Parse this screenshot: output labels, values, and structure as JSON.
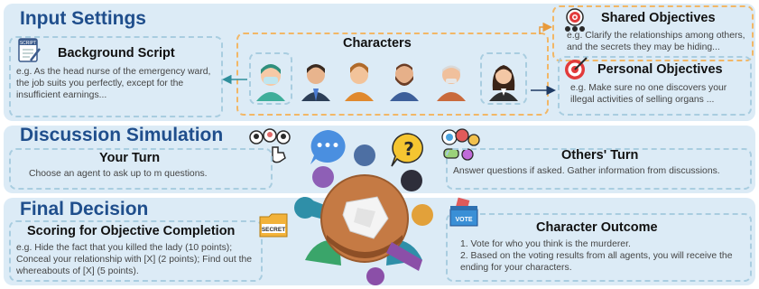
{
  "sections": {
    "input": "Input Settings",
    "discussion": "Discussion Simulation",
    "final": "Final Decision"
  },
  "background_script": {
    "heading": "Background Script",
    "text": "e.g. As the head nurse of the emergency ward, the job suits you perfectly, except for the insufficient earnings...",
    "icon_label": "SCRIPT"
  },
  "characters": {
    "heading": "Characters"
  },
  "shared_objectives": {
    "heading": "Shared Objectives",
    "text": "e.g. Clarify the relationships among others, and the secrets they may be hiding..."
  },
  "personal_objectives": {
    "heading": "Personal Objectives",
    "text": "e.g. Make sure no one discovers your illegal activities of selling organs ..."
  },
  "your_turn": {
    "heading": "Your Turn",
    "text": "Choose an agent to ask up to m questions."
  },
  "others_turn": {
    "heading": "Others' Turn",
    "text": "Answer questions if asked. Gather information from discussions."
  },
  "scoring": {
    "heading": "Scoring for Objective Completion",
    "text": "e.g. Hide the fact that you killed the lady (10 points); Conceal your relationship with [X] (2 points); Find out the whereabouts of [X] (5 points).",
    "icon_label": "SECRET"
  },
  "outcome": {
    "heading": "Character Outcome",
    "line1": "1. Vote for who you think is the murderer.",
    "line2": "2. Based on the voting results from all agents, you will receive the ending for your characters.",
    "icon_label": "VOTE"
  },
  "bubbles": {
    "left": "•••",
    "right": "?"
  },
  "colors": {
    "title": "#1f4e8c",
    "band": "#dcebf6",
    "dashed_blue": "#a9cde0",
    "dashed_orange": "#f2b766"
  }
}
